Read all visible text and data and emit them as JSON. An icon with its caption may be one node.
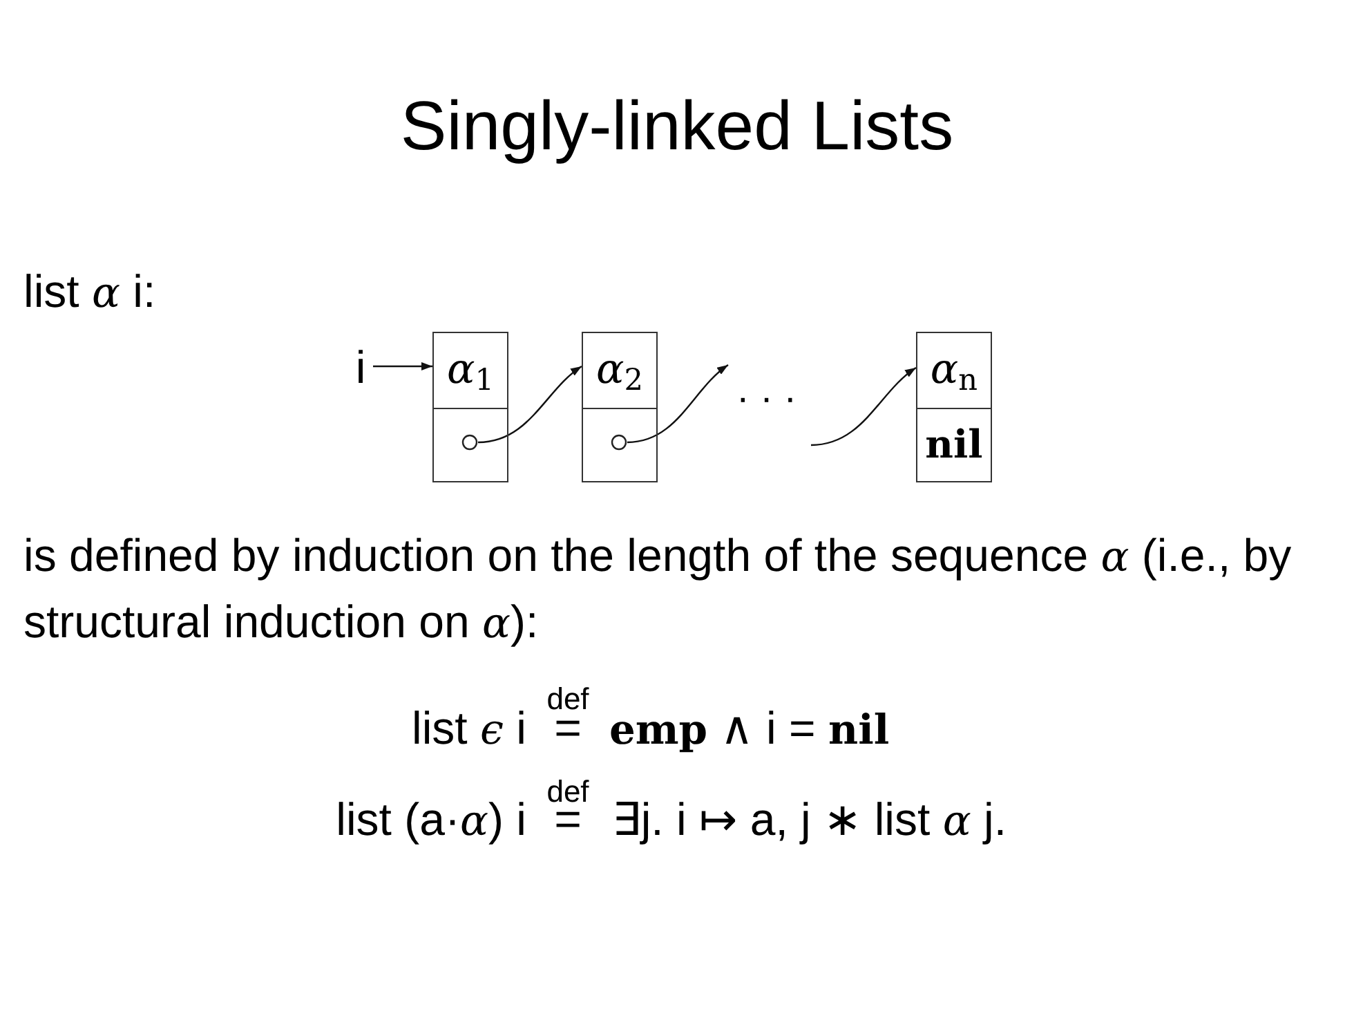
{
  "diagram": {
    "title": "Singly-linked Lists",
    "nodes": [
      {
        "text": [
          "i"
        ]
      },
      {
        "text": [
          "*α*$_{1}$"
        ]
      },
      {
        "text": [],
        "shape": "box"
      },
      {
        "text": [],
        "shape": "circle",
        "in": 2
      },
      {
        "text": [
          "*α*$_{2}$"
        ]
      },
      {
        "text": [],
        "shape": "box"
      },
      {
        "text": [],
        "shape": "circle",
        "in": 5
      },
      {
        "text": [
          "*α*$_{n}$"
        ]
      },
      {
        "text": [
          "nil"
        ]
      }
    ],
    "edges": [
      {
        "from": 0,
        "to": 1,
        "arrow": "to"
      },
      {
        "from": 3,
        "to": 4,
        "arrow": "to"
      },
      {
        "from": 6,
        "to": null,
        "arrow": "to"
      },
      {
        "from": null,
        "to": 7,
        "arrow": "to"
      }
    ],
    "labels": [
      "list *α* i:",
      "· · ·",
      "is defined by induction on the length of the sequence *α* (i.e., by structural induction on *α*):",
      "list *ϵ* i",
      "def",
      "=",
      "**emp** ∧ i = **nil**",
      "list (a·*α*) i",
      "def",
      "=",
      "∃j. i ↦ a, j ∗ list *α* j."
    ]
  }
}
